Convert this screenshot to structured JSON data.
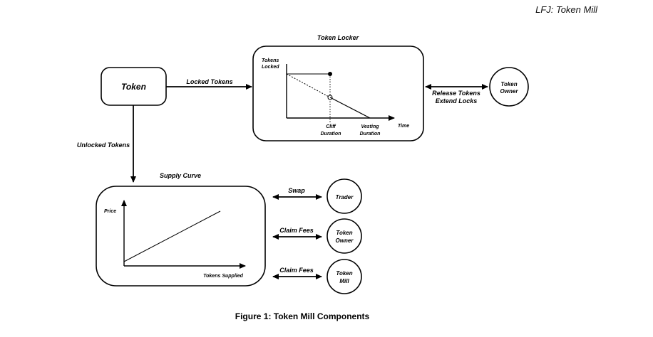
{
  "header": {
    "text": "LFJ: Token Mill"
  },
  "caption": "Figure 1: Token Mill Components",
  "nodes": {
    "token": "Token",
    "token_locker": "Token Locker",
    "supply_curve": "Supply Curve",
    "token_owner_top": [
      "Token",
      "Owner"
    ],
    "trader": "Trader",
    "token_owner_bottom": [
      "Token",
      "Owner"
    ],
    "token_mill": [
      "Token",
      "Mill"
    ]
  },
  "edges": {
    "locked_tokens": "Locked Tokens",
    "unlocked_tokens": "Unlocked Tokens",
    "release_extend": [
      "Release Tokens",
      "Extend Locks"
    ],
    "swap": "Swap",
    "claim_fees_1": "Claim Fees",
    "claim_fees_2": "Claim Fees"
  },
  "locker_chart": {
    "y_label": [
      "Tokens",
      "Locked"
    ],
    "x_label": "Time",
    "cliff_label": [
      "Cliff",
      "Duration"
    ],
    "vesting_label": [
      "Vesting",
      "Duration"
    ]
  },
  "supply_chart": {
    "y_label": "Price",
    "x_label": "Tokens Supplied"
  }
}
